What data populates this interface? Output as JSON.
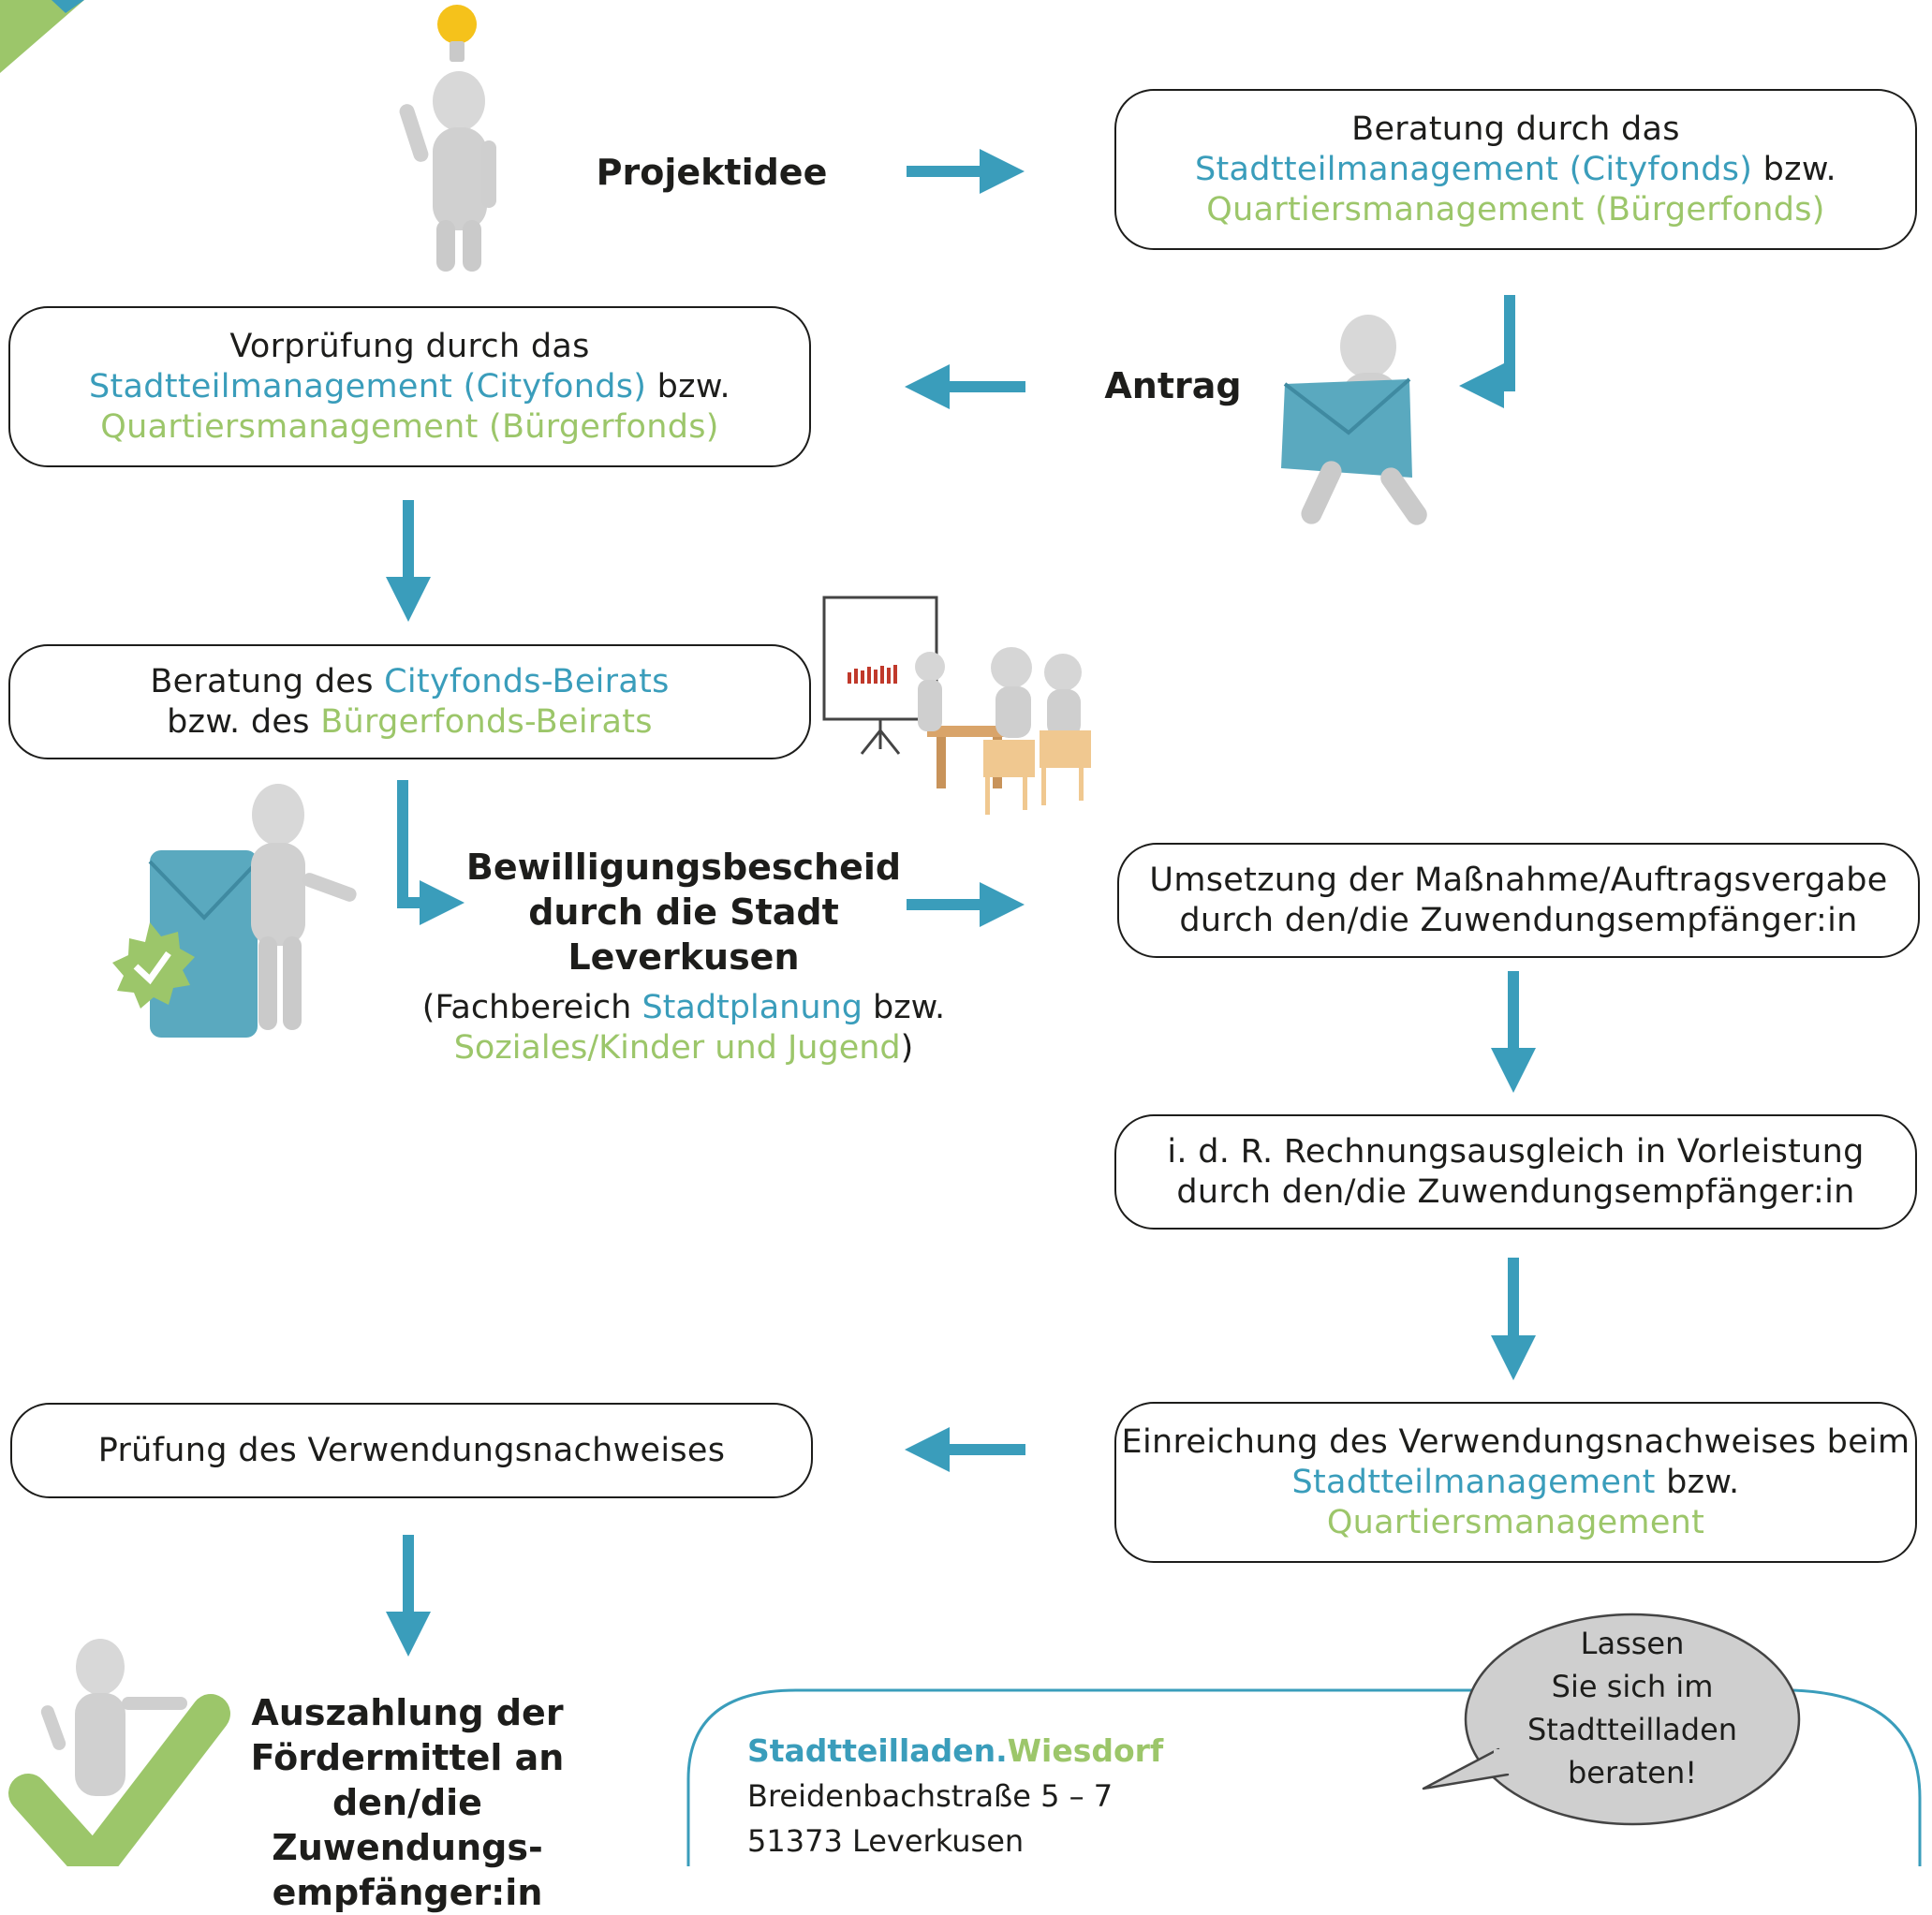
{
  "colors": {
    "accent_blue": "#3a9dbb",
    "accent_green": "#9cc66a",
    "text": "#1d1d1b",
    "arrow": "#3a9dbb"
  },
  "steps": {
    "projektidee": "Projektidee",
    "beratung": {
      "line1": "Beratung durch das",
      "blue": "Stadtteilmanagement (Cityfonds)",
      "bzw": " bzw.",
      "green": "Quartiersmanagement (Bürgerfonds)"
    },
    "antrag": "Antrag",
    "vorpruefung": {
      "line1": "Vorprüfung durch das",
      "blue": "Stadtteilmanagement (Cityfonds)",
      "bzw": " bzw.",
      "green": "Quartiersmanagement (Bürgerfonds)"
    },
    "beirat": {
      "pre1": "Beratung des ",
      "blue": "Cityfonds-Beirats",
      "pre2": "bzw. des ",
      "green": "Bürgerfonds-Beirats"
    },
    "bewilligung": {
      "line1": "Bewilligungsbescheid",
      "line2": "durch die Stadt",
      "line3": "Leverkusen",
      "sub_pre": "(Fachbereich ",
      "sub_blue": "Stadtplanung",
      "sub_bzw": " bzw.",
      "sub_green": "Soziales/Kinder und Jugend",
      "sub_close": ")"
    },
    "umsetzung": {
      "line1": "Umsetzung der Maßnahme/Auftragsvergabe",
      "line2": "durch den/die Zuwendungsempfänger:in"
    },
    "rechnung": {
      "line1": "i. d. R. Rechnungsausgleich in Vorleistung",
      "line2": "durch den/die Zuwendungsempfänger:in"
    },
    "einreichung": {
      "line1": "Einreichung des Verwendungsnachweises beim",
      "blue": "Stadtteilmanagement",
      "bzw": " bzw.",
      "green": "Quartiersmanagement"
    },
    "pruefung": "Prüfung des Verwendungsnachweises",
    "auszahlung": {
      "line1": "Auszahlung der",
      "line2": "Fördermittel an",
      "line3": "den/die Zuwendungs-",
      "line4": "empfänger:in"
    }
  },
  "contact": {
    "name_blue": "Stadtteilladen.",
    "name_green": "Wiesdorf",
    "street": "Breidenbachstraße 5 – 7",
    "city": "51373 Leverkusen"
  },
  "bubble": {
    "line1": "Lassen",
    "line2": "Sie sich im",
    "line3": "Stadtteilladen",
    "line4": "beraten!"
  },
  "icons": [
    "person-lightbulb-icon",
    "person-envelope-icon",
    "presentation-meeting-icon",
    "person-approved-document-icon",
    "person-checkmark-icon",
    "corner-triangle-icon"
  ]
}
